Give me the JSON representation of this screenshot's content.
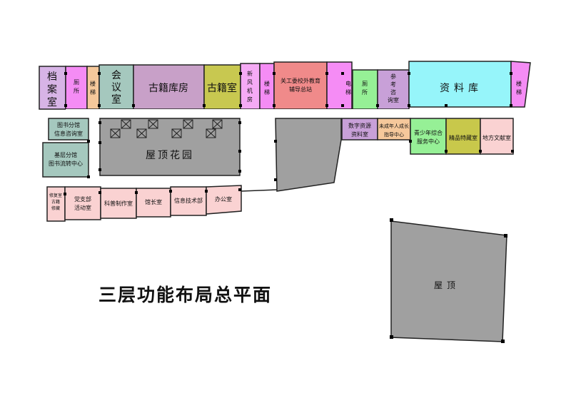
{
  "title": "三层功能布局总平面",
  "colors": {
    "lavender": "#d7b4e6",
    "pink": "#f58cf5",
    "orange": "#f5c89b",
    "teal": "#a5c8be",
    "mauve": "#c8a0c8",
    "olive": "#c8c850",
    "magenta": "#f5aaf5",
    "salmon": "#f08a8a",
    "green": "#96f096",
    "cyan": "#96f5fa",
    "lightpink": "#fad2d2",
    "gray": "#a0a0a0",
    "light_gray": "#d0d0d0",
    "lilac": "#c8a0d8",
    "gold": "#c8c84b",
    "wall": "#222222"
  },
  "rooms": {
    "archives": "档案室",
    "toilet_1": "厕所",
    "stairs_1": "楼梯",
    "meeting": "会议室",
    "ancient_store": "古籍库房",
    "ancient_room": "古籍室",
    "fresh_air": "新风机房",
    "stairs_2": "楼梯",
    "guidance_center": "关工委校外教育辅导总站",
    "elevator": "电梯",
    "toilet_2": "厕所",
    "reference": "参考咨询室",
    "data_store": "资料库",
    "stairs_3": "楼梯",
    "branch_consult": "图书分馆信息咨询室",
    "grassroots_center": "基层分馆图书流转中心",
    "roof_garden": "屋顶花园",
    "digital_res": "数字资源资料室",
    "minor_center": "未成年人成长指导中心",
    "youth_service": "青少年综合服务中心",
    "special_collection": "精品特藏室",
    "local_docs": "地方文献室",
    "ancient_repair": "古籍修复室",
    "party_branch": "党支部活动室",
    "science_av": "科普制作室",
    "director": "馆长室",
    "it_dept": "信息技术部",
    "office": "办公室",
    "roof": "屋顶"
  }
}
